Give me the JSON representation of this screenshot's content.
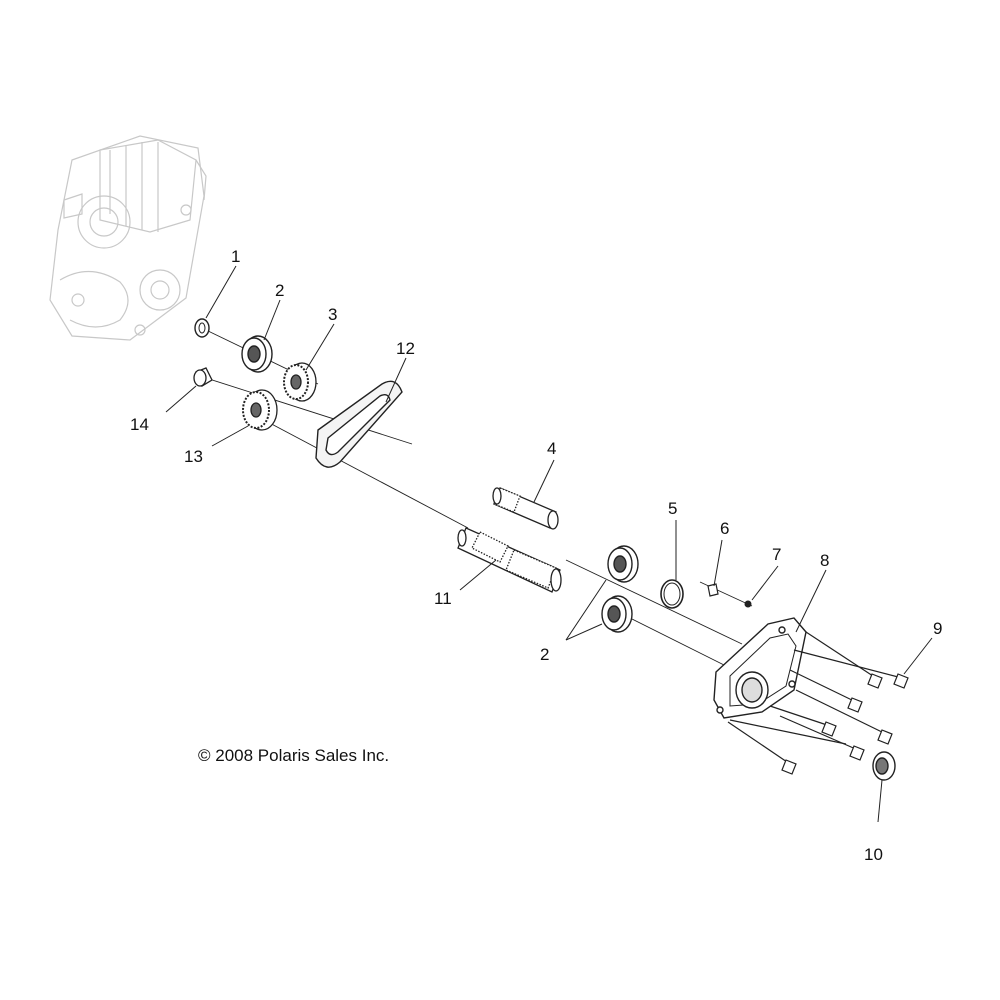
{
  "callouts": {
    "n1": "1",
    "n2": "2",
    "n2b": "2",
    "n3": "3",
    "n4": "4",
    "n5": "5",
    "n6": "6",
    "n7": "7",
    "n8": "8",
    "n9": "9",
    "n10": "10",
    "n11": "11",
    "n12": "12",
    "n13": "13",
    "n14": "14"
  },
  "copyright": "© 2008 Polaris Sales Inc."
}
